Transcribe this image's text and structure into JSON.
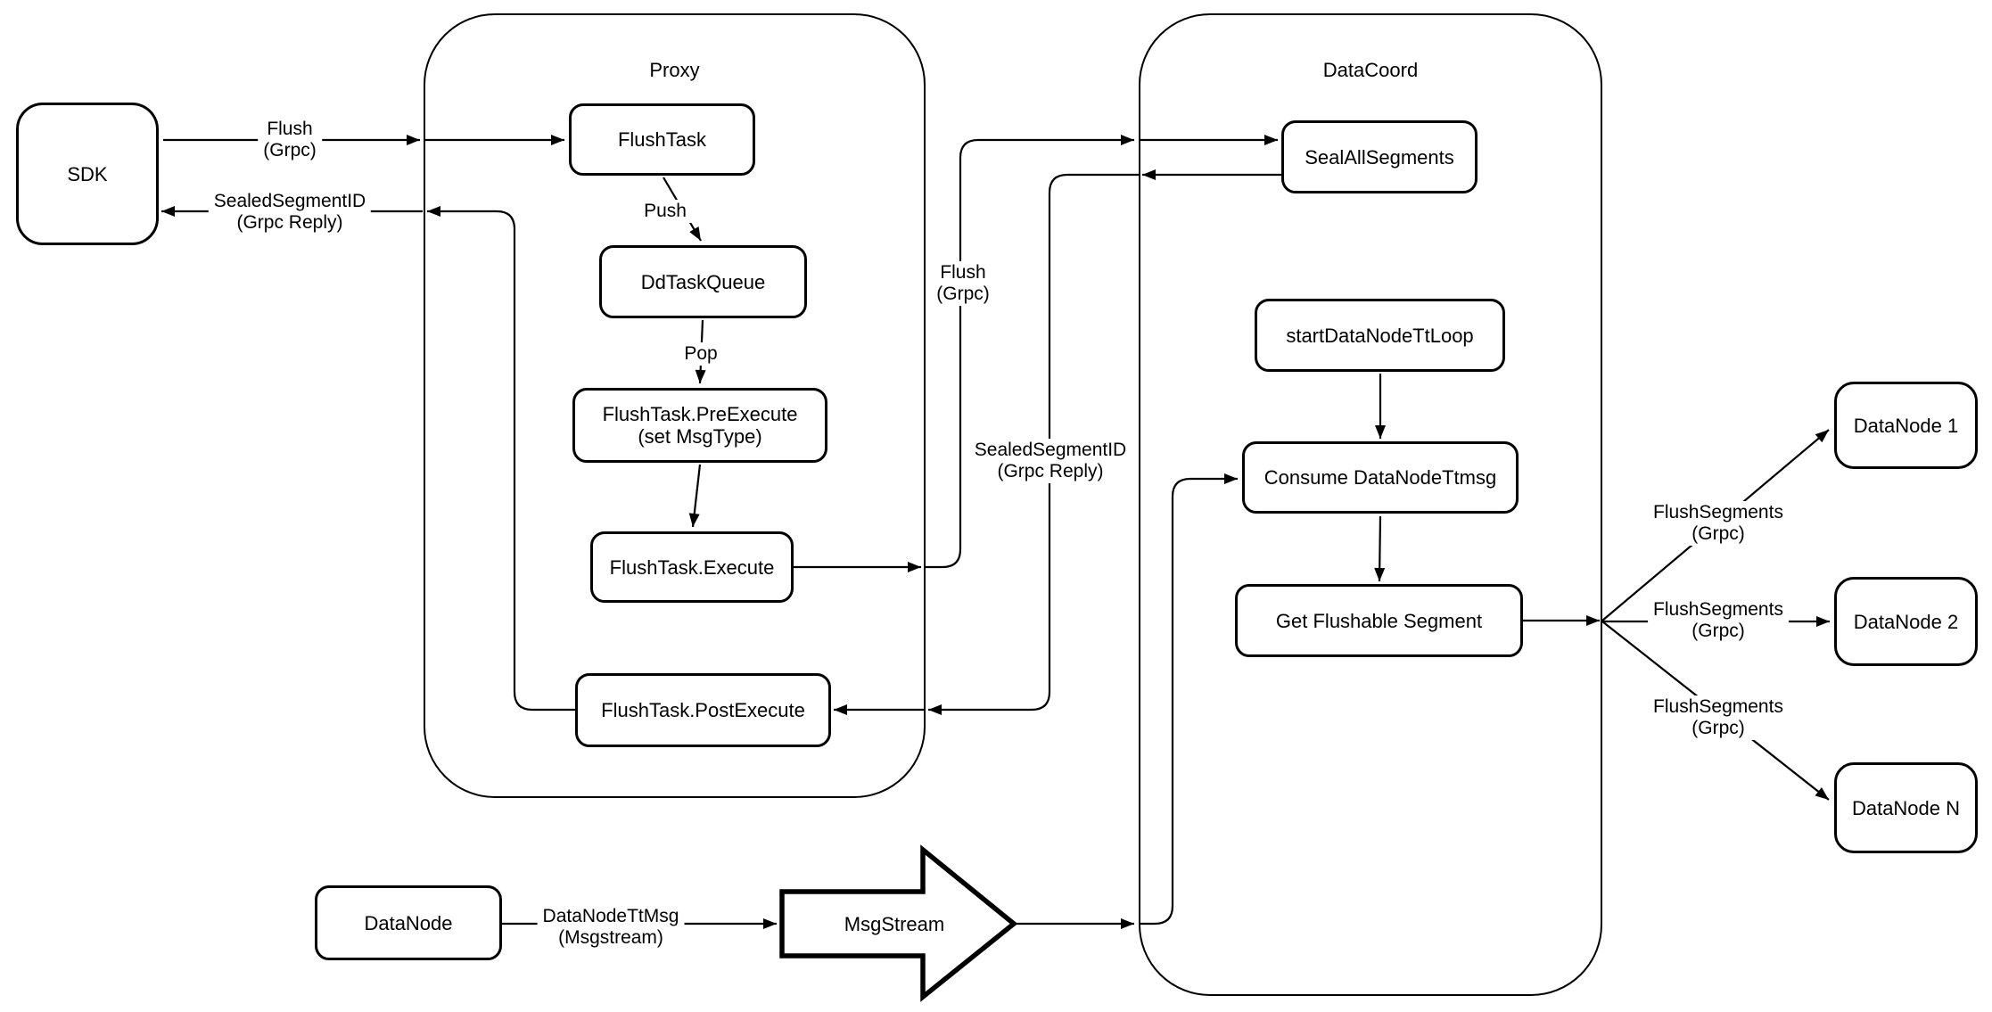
{
  "containers": {
    "proxy": {
      "title": "Proxy"
    },
    "datacoord": {
      "title": "DataCoord"
    }
  },
  "nodes": {
    "sdk": {
      "label": "SDK"
    },
    "flush_task": {
      "label": "FlushTask"
    },
    "dd_task_queue": {
      "label": "DdTaskQueue"
    },
    "pre_execute": {
      "line1": "FlushTask.PreExecute",
      "line2": "(set MsgType)"
    },
    "execute": {
      "label": "FlushTask.Execute"
    },
    "post_execute": {
      "label": "FlushTask.PostExecute"
    },
    "seal_all_segments": {
      "label": "SealAllSegments"
    },
    "start_datanode_tt_loop": {
      "label": "startDataNodeTtLoop"
    },
    "consume_datanode_ttmsg": {
      "label": "Consume DataNodeTtmsg"
    },
    "get_flushable_segment": {
      "label": "Get Flushable Segment"
    },
    "datanode_1": {
      "label": "DataNode 1"
    },
    "datanode_2": {
      "label": "DataNode 2"
    },
    "datanode_n": {
      "label": "DataNode N"
    },
    "datanode": {
      "label": "DataNode"
    },
    "msgstream": {
      "label": "MsgStream"
    }
  },
  "edge_labels": {
    "flush_request": {
      "line1": "Flush",
      "line2": "(Grpc)"
    },
    "sealed_reply_to_sdk": {
      "line1": "SealedSegmentID",
      "line2": "(Grpc Reply)"
    },
    "push": {
      "label": "Push"
    },
    "pop": {
      "label": "Pop"
    },
    "flush_to_datacoord": {
      "line1": "Flush",
      "line2": "(Grpc)"
    },
    "sealed_reply_to_proxy": {
      "line1": "SealedSegmentID",
      "line2": "(Grpc Reply)"
    },
    "flush_segments_1": {
      "line1": "FlushSegments",
      "line2": "(Grpc)"
    },
    "flush_segments_2": {
      "line1": "FlushSegments",
      "line2": "(Grpc)"
    },
    "flush_segments_3": {
      "line1": "FlushSegments",
      "line2": "(Grpc)"
    },
    "datanode_tt_msg": {
      "line1": "DataNodeTtMsg",
      "line2": "(Msgstream)"
    }
  },
  "colors": {
    "stroke": "#000000",
    "background": "#ffffff",
    "node_fill": "#ffffff"
  }
}
